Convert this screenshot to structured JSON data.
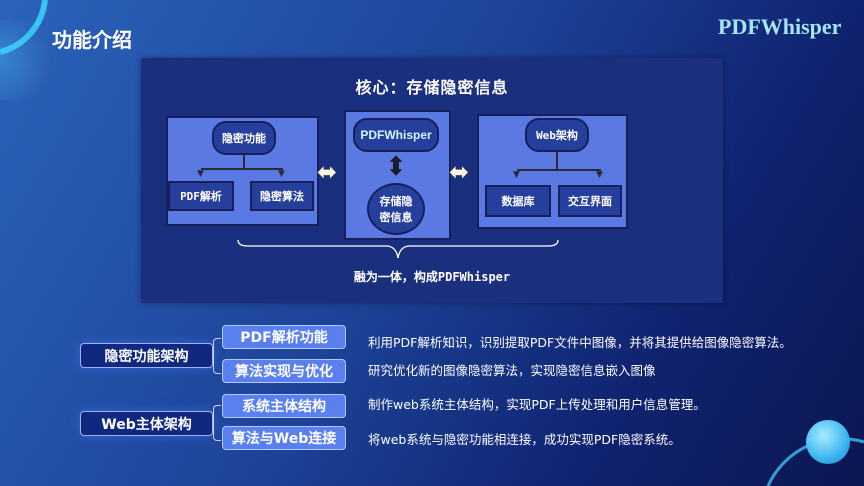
{
  "header": {
    "title": "功能介绍",
    "logo": "PDFWhisper"
  },
  "diagram": {
    "title": "核心：存储隐密信息",
    "left": {
      "root": "隐密功能",
      "children": [
        "PDF解析",
        "隐密算法"
      ]
    },
    "center": {
      "logo": "PDFWhisper",
      "node": "存储隐密信息"
    },
    "right": {
      "root": "Web架构",
      "children": [
        "数据库",
        "交互界面"
      ]
    },
    "caption": "融为一体，构成PDFWhisper"
  },
  "structure": [
    {
      "category": "隐密功能架构",
      "items": [
        {
          "label": "PDF解析功能",
          "desc": "利用PDF解析知识，识别提取PDF文件中图像，并将其提供给图像隐密算法。"
        },
        {
          "label": "算法实现与优化",
          "desc": "研究优化新的图像隐密算法，实现隐密信息嵌入图像"
        }
      ]
    },
    {
      "category": "Web主体架构",
      "items": [
        {
          "label": "系统主体结构",
          "desc": "制作web系统主体结构，实现PDF上传处理和用户信息管理。"
        },
        {
          "label": "算法与Web连接",
          "desc": "将web系统与隐密功能相连接，成功实现PDF隐密系统。"
        }
      ]
    }
  ],
  "colors": {
    "accent": "#5a80ef",
    "logo": "#a6e6f6",
    "panel": "#1b2f7f"
  }
}
